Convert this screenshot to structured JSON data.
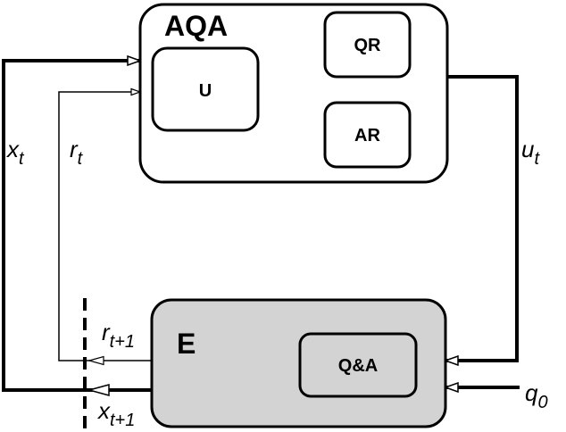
{
  "blocks": {
    "agent": {
      "label": "AQA",
      "fill": "#ffffff"
    },
    "updater": {
      "label": "U"
    },
    "question_reasoner": {
      "label": "QR"
    },
    "answer_reasoner": {
      "label": "AR"
    },
    "environment": {
      "label": "E",
      "fill": "#d3d3d3"
    },
    "qa_module": {
      "label": "Q&A"
    }
  },
  "signals": {
    "state": {
      "base": "x",
      "subscript": "t"
    },
    "reward": {
      "base": "r",
      "subscript": "t"
    },
    "action": {
      "base": "u",
      "subscript": "t"
    },
    "next_reward": {
      "base": "r",
      "subscript": "t+1"
    },
    "next_state": {
      "base": "x",
      "subscript": "t+1"
    },
    "initial_query": {
      "base": "q",
      "subscript": "0"
    }
  },
  "colors": {
    "stroke": "#000000",
    "environment_fill": "#d3d3d3",
    "inner_box_fill": "#ffffff"
  }
}
